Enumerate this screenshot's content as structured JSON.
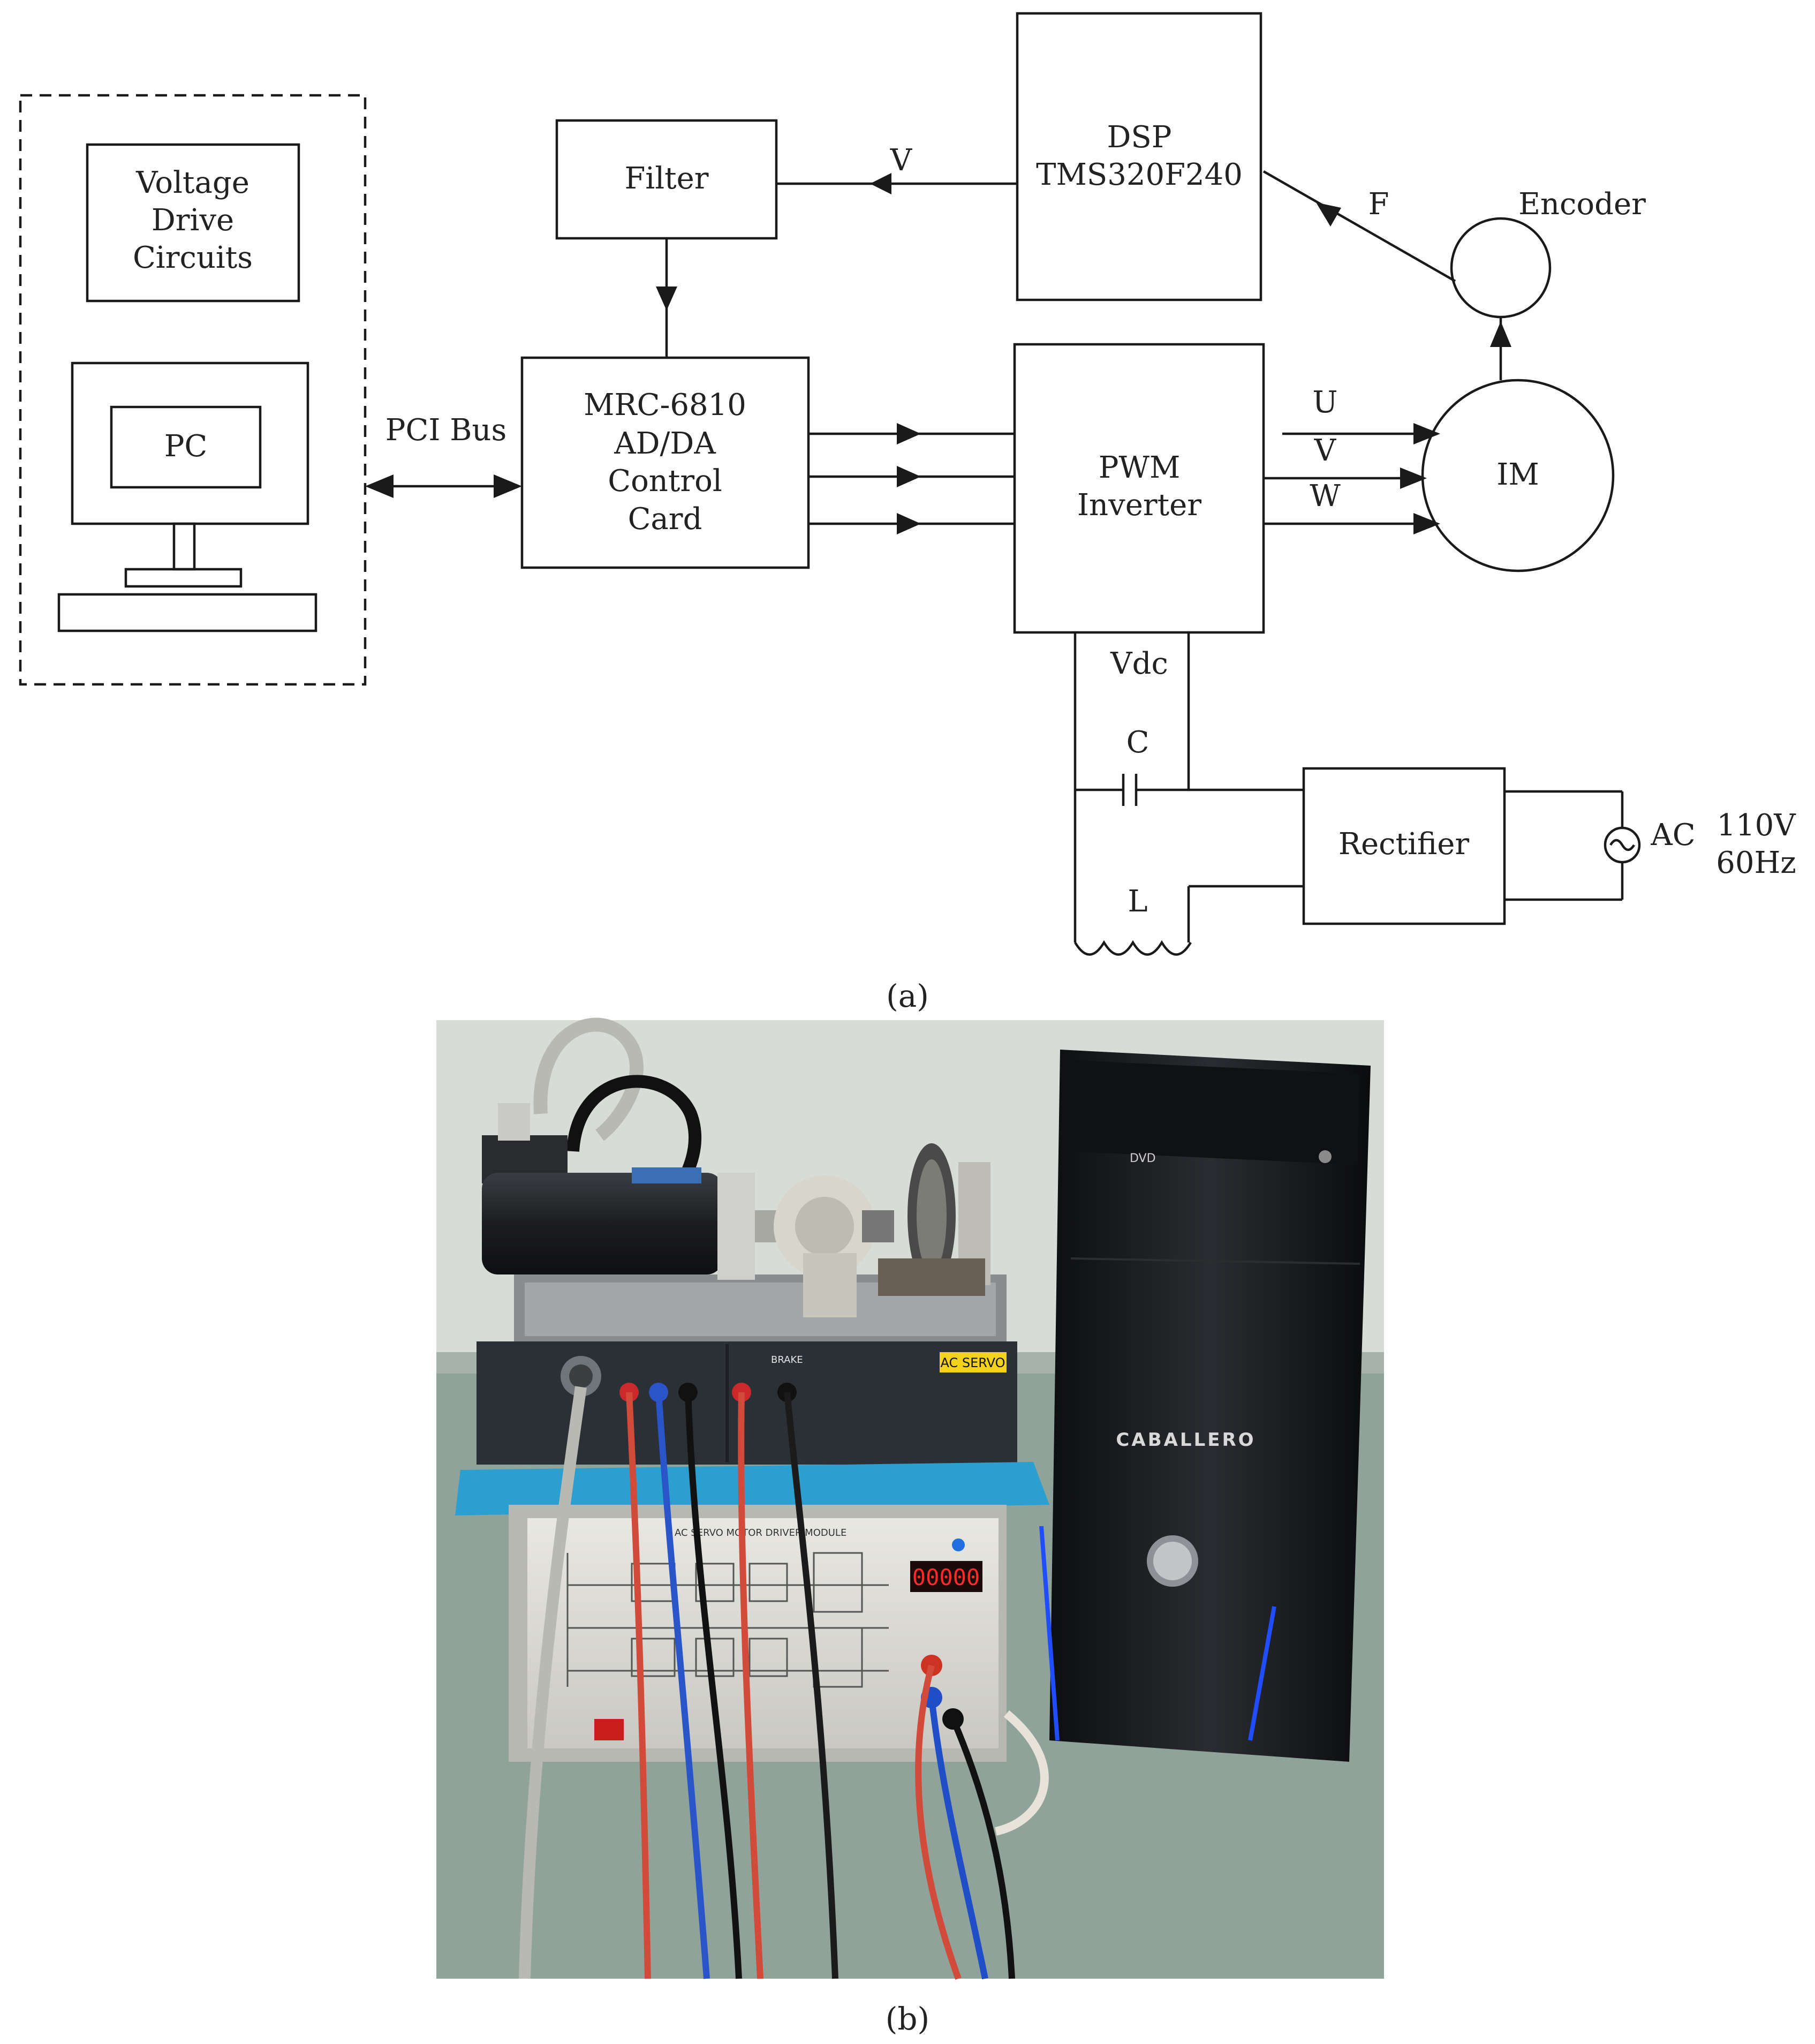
{
  "diagram": {
    "blocks": {
      "voltage_drive": [
        "Voltage",
        "Drive",
        "Circuits"
      ],
      "pc": "PC",
      "filter": "Filter",
      "dsp": [
        "DSP",
        "TMS320F240"
      ],
      "mrc": [
        "MRC-6810",
        "AD/DA",
        "Control",
        "Card"
      ],
      "pwm": [
        "PWM",
        "Inverter"
      ],
      "im": "IM",
      "rectifier": "Rectifier"
    },
    "labels": {
      "pci_bus": "PCI Bus",
      "v_signal": "V",
      "f_signal": "F",
      "encoder": "Encoder",
      "u_phase": "U",
      "v_phase": "V",
      "w_phase": "W",
      "vdc": "Vdc",
      "capacitor": "C",
      "inductor": "L",
      "ac": "AC",
      "ac_voltage": "110V",
      "ac_freq": "60Hz"
    },
    "caption_a": "(a)"
  },
  "photo": {
    "caption_b": "(b)",
    "panel_label_motor": "AC SERVO",
    "panel_label_brake": "BRAKE",
    "module_title": "AC SERVO MOTOR DRIVER MODULE",
    "display_value": "00000",
    "pc_brand": "CABALLERO",
    "pc_drive_label": "DVD"
  },
  "colors": {
    "line": "#1a1a1a",
    "photo_bg": "#8fa39a",
    "pc_case": "#141518",
    "led_red": "#ff2a2a",
    "towel_blue": "#2a9fd0",
    "accent_blue": "#1f4dff"
  }
}
